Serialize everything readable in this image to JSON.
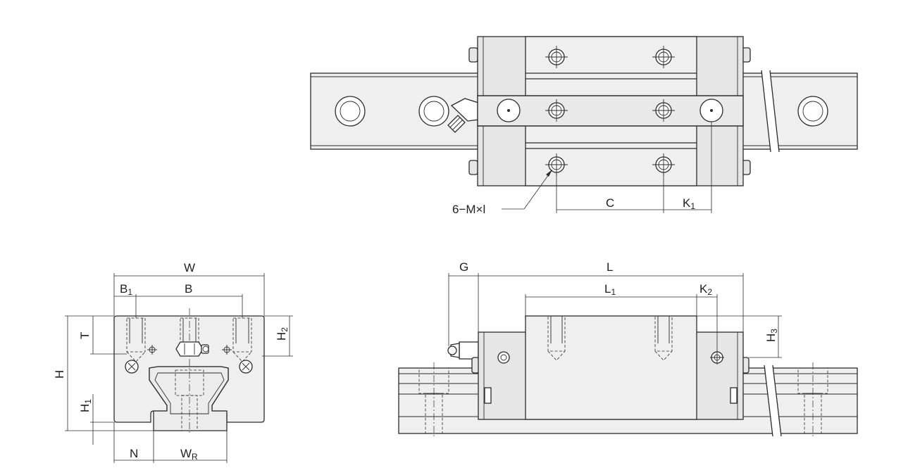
{
  "labels": {
    "mount_holes": "6−M×l",
    "C": "C",
    "K1": {
      "main": "K",
      "sub": "1"
    },
    "W": "W",
    "B1": {
      "main": "B",
      "sub": "1"
    },
    "B": "B",
    "T": "T",
    "H2": {
      "main": "H",
      "sub": "2"
    },
    "H": "H",
    "H1": {
      "main": "H",
      "sub": "1"
    },
    "N": "N",
    "WR": {
      "main": "W",
      "sub": "R"
    },
    "G": "G",
    "L": "L",
    "L1": {
      "main": "L",
      "sub": "1"
    },
    "K2": {
      "main": "K",
      "sub": "2"
    },
    "H3": {
      "main": "H",
      "sub": "3"
    }
  },
  "views": [
    "top-view",
    "end-view",
    "side-view"
  ]
}
